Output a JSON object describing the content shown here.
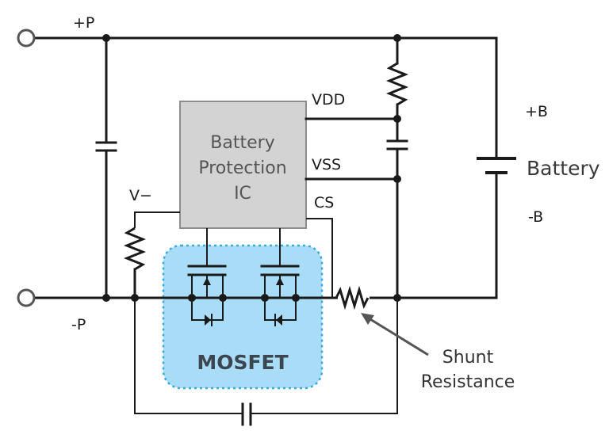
{
  "labels": {
    "plus_p": "+P",
    "minus_p": "-P",
    "plus_b": "+B",
    "minus_b": "-B",
    "battery": "Battery",
    "vdd": "VDD",
    "vss": "VSS",
    "cs": "CS",
    "v_minus": "V−"
  },
  "ic": {
    "line1": "Battery",
    "line2": "Protection",
    "line3": "IC"
  },
  "mosfet": {
    "label": "MOSFET"
  },
  "shunt": {
    "line1": "Shunt",
    "line2": "Resistance"
  },
  "colors": {
    "wire": "#1a1a1a",
    "ic_fill": "#d3d3d3",
    "ic_stroke": "#8c8c8c",
    "mosfet_fill": "#a9dcf7",
    "mosfet_stroke": "#3aa9e0"
  }
}
